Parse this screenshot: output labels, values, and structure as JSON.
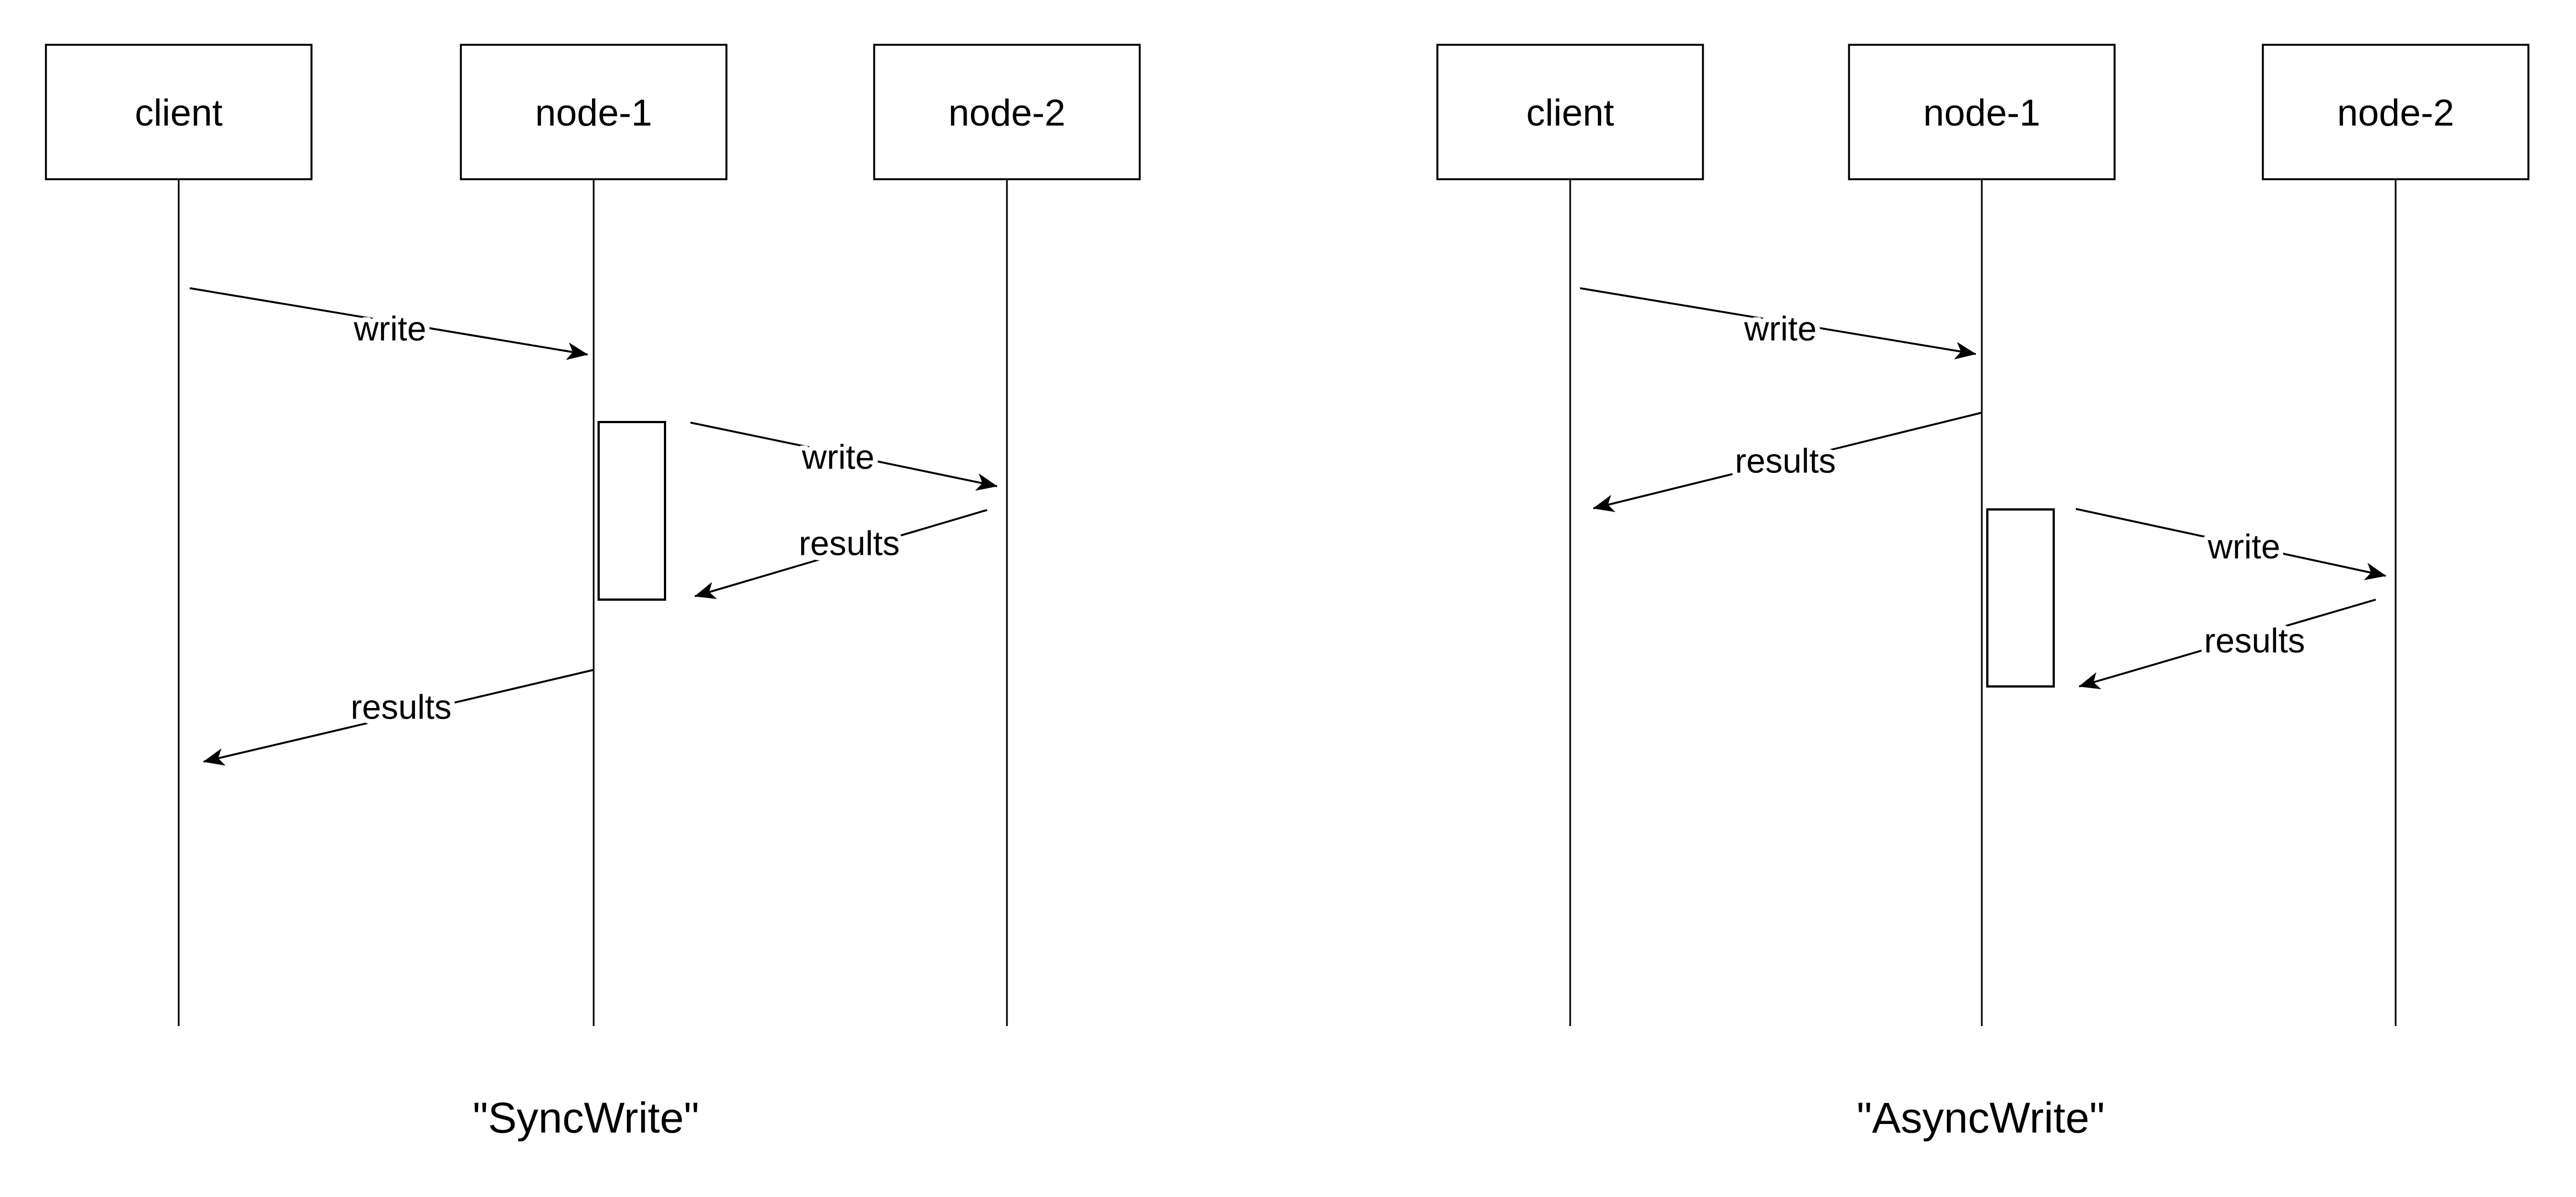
{
  "colors": {
    "background": "#ffffff",
    "stroke": "#000000"
  },
  "diagrams": [
    {
      "caption": "\"SyncWrite\"",
      "actors": [
        {
          "label": "client"
        },
        {
          "label": "node-1"
        },
        {
          "label": "node-2"
        }
      ],
      "messages": [
        {
          "label": "write",
          "from": "client",
          "to": "node-1"
        },
        {
          "label": "write",
          "from": "node-1",
          "to": "node-2"
        },
        {
          "label": "results",
          "from": "node-2",
          "to": "node-1"
        },
        {
          "label": "results",
          "from": "node-1",
          "to": "client"
        }
      ]
    },
    {
      "caption": "\"AsyncWrite\"",
      "actors": [
        {
          "label": "client"
        },
        {
          "label": "node-1"
        },
        {
          "label": "node-2"
        }
      ],
      "messages": [
        {
          "label": "write",
          "from": "client",
          "to": "node-1"
        },
        {
          "label": "results",
          "from": "node-1",
          "to": "client"
        },
        {
          "label": "write",
          "from": "node-1",
          "to": "node-2"
        },
        {
          "label": "results",
          "from": "node-2",
          "to": "node-1"
        }
      ]
    }
  ]
}
